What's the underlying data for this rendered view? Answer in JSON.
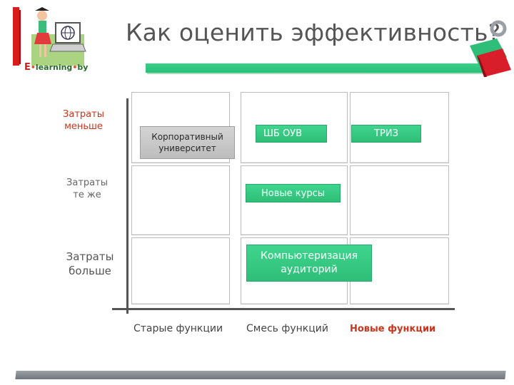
{
  "header": {
    "title": "Как оценить эффективность?",
    "logo_e": "E",
    "logo_rest": "learning",
    "logo_by": "by"
  },
  "rows": {
    "top": [
      "Затраты",
      "меньше"
    ],
    "mid": [
      "Затраты",
      "те же"
    ],
    "bottom": [
      "Затраты",
      "больше"
    ]
  },
  "columns": {
    "old": "Старые функции",
    "mix": "Смесь функций",
    "new": "Новые функции"
  },
  "boxes": {
    "corporate": [
      "Корпоративный",
      "университет"
    ],
    "shb": "ШБ ОУВ",
    "triz": "ТРИЗ",
    "new_courses": "Новые курсы",
    "computerization": [
      "Компьютеризация",
      "аудиторий"
    ]
  },
  "colors": {
    "accent_green": "#2fbe78",
    "accent_red": "#c8361e",
    "gray_box": "#c8c8c8"
  }
}
